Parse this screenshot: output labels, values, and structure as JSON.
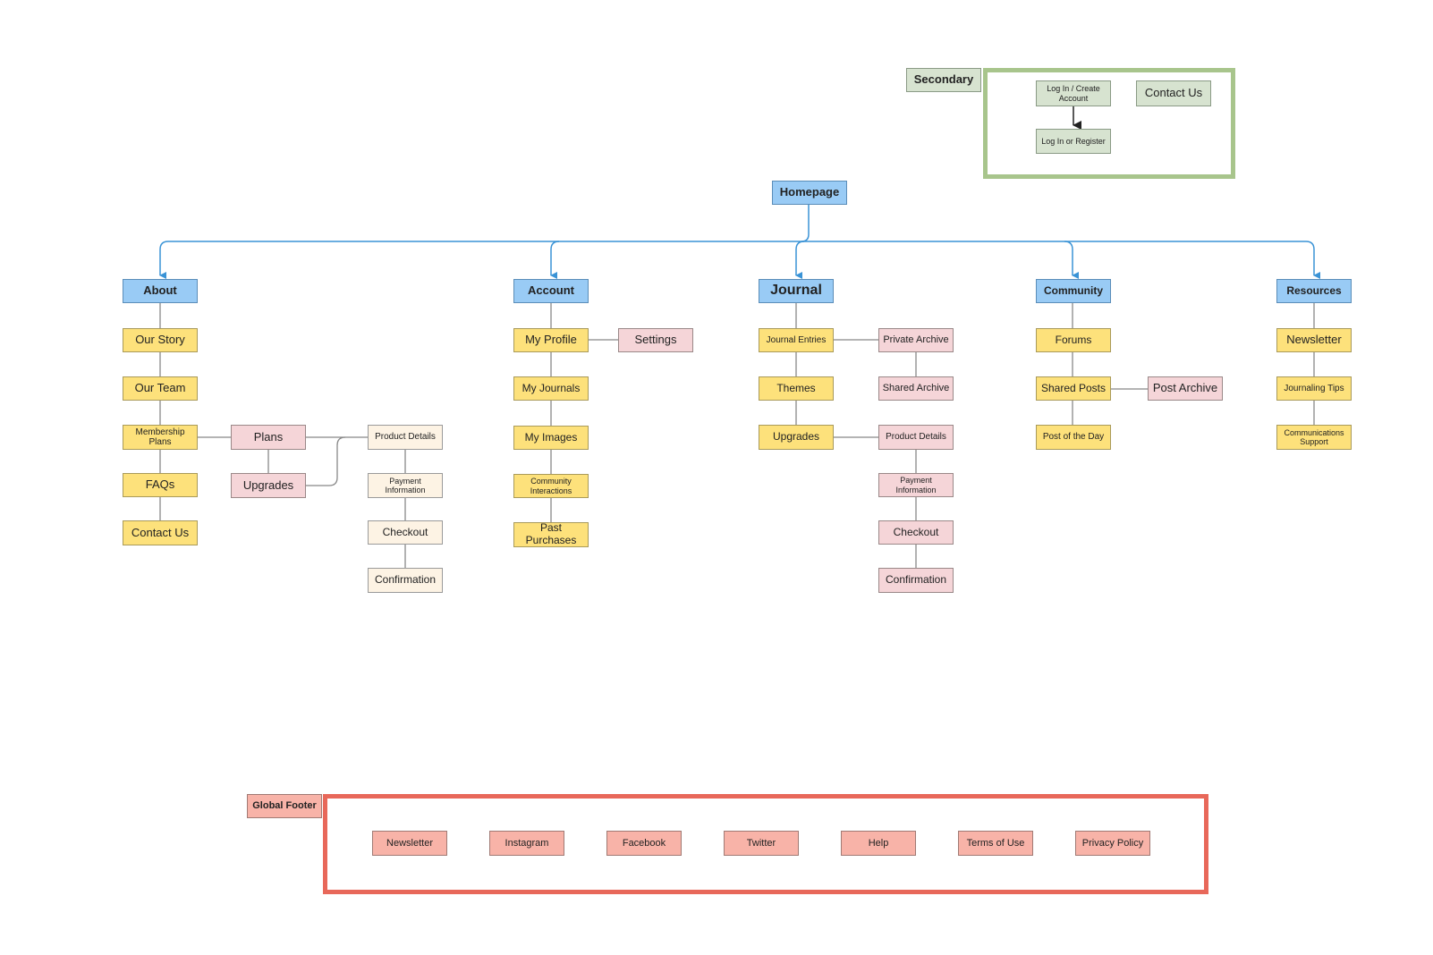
{
  "colors": {
    "primary": "#99cbf5",
    "secondary_page": "#fde17b",
    "sub_page": "#f5d5d8",
    "flow_page": "#fdf3e4",
    "secondary_nav": "#d7e3d0",
    "secondary_border": "#a8c58c",
    "footer": "#f8b3a8",
    "footer_border": "#e8685a",
    "connector_blue": "#3a93d6",
    "connector_gray": "#888888"
  },
  "secondary": {
    "label": "Secondary",
    "login_create": "Log In / Create Account",
    "login_register": "Log In or Register",
    "contact": "Contact Us"
  },
  "homepage": "Homepage",
  "sections": {
    "about": {
      "title": "About",
      "our_story": "Our Story",
      "our_team": "Our Team",
      "membership": "Membership Plans",
      "faqs": "FAQs",
      "contact": "Contact Us",
      "plans": "Plans",
      "upgrades": "Upgrades",
      "product_details": "Product Details",
      "payment": "Payment Information",
      "checkout": "Checkout",
      "confirmation": "Confirmation"
    },
    "account": {
      "title": "Account",
      "profile": "My Profile",
      "settings": "Settings",
      "journals": "My Journals",
      "images": "My Images",
      "community_interactions": "Community Interactions",
      "past_purchases": "Past Purchases"
    },
    "journal": {
      "title": "Journal",
      "entries": "Journal Entries",
      "private_archive": "Private Archive",
      "themes": "Themes",
      "shared_archive": "Shared Archive",
      "upgrades": "Upgrades",
      "product_details": "Product Details",
      "payment": "Payment Information",
      "checkout": "Checkout",
      "confirmation": "Confirmation"
    },
    "community": {
      "title": "Community",
      "forums": "Forums",
      "shared_posts": "Shared Posts",
      "post_archive": "Post Archive",
      "post_of_day": "Post of the Day"
    },
    "resources": {
      "title": "Resources",
      "newsletter": "Newsletter",
      "journaling_tips": "Journaling Tips",
      "communications_support": "Communications Support"
    }
  },
  "footer": {
    "label": "Global Footer",
    "items": [
      "Newsletter",
      "Instagram",
      "Facebook",
      "Twitter",
      "Help",
      "Terms of Use",
      "Privacy Policy"
    ]
  }
}
